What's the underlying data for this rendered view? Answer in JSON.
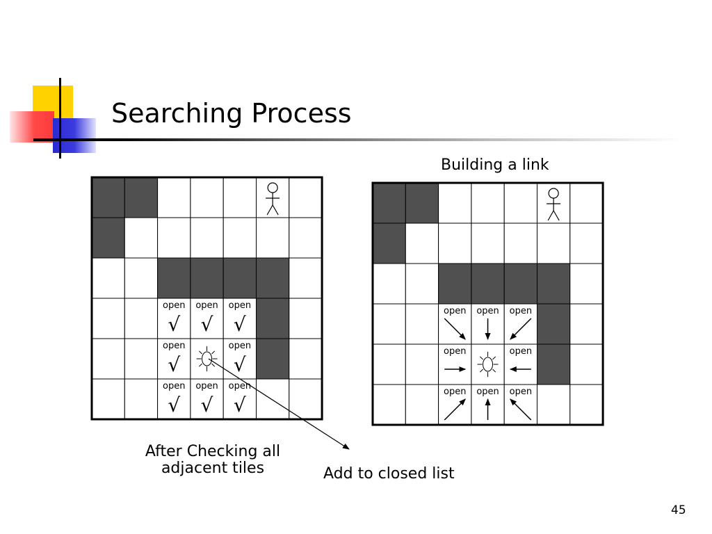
{
  "slide": {
    "title": "Searching Process",
    "page_number": "45"
  },
  "captions": {
    "building_link": "Building a link",
    "after_checking": "After Checking all adjacent tiles",
    "add_closed": "Add to closed list"
  },
  "colors": {
    "wall": "#505050",
    "grid_line": "#000000",
    "logo_yellow": "#ffd200",
    "logo_red": "#ff4848",
    "logo_blue": "#3b3be0"
  },
  "grids": [
    {
      "name": "left-grid",
      "rows": 6,
      "cols": 7,
      "walls": [
        [
          0,
          0
        ],
        [
          0,
          1
        ],
        [
          1,
          0
        ],
        [
          2,
          2
        ],
        [
          2,
          3
        ],
        [
          2,
          4
        ],
        [
          2,
          5
        ],
        [
          3,
          5
        ],
        [
          4,
          5
        ]
      ],
      "person": [
        0,
        5
      ],
      "current": [
        4,
        3
      ],
      "cells": [
        {
          "row": 3,
          "col": 2,
          "label": "open",
          "mark": "√"
        },
        {
          "row": 3,
          "col": 3,
          "label": "open",
          "mark": "√"
        },
        {
          "row": 3,
          "col": 4,
          "label": "open",
          "mark": "√"
        },
        {
          "row": 4,
          "col": 2,
          "label": "open",
          "mark": "√"
        },
        {
          "row": 4,
          "col": 4,
          "label": "open",
          "mark": "√"
        },
        {
          "row": 5,
          "col": 2,
          "label": "open",
          "mark": "√"
        },
        {
          "row": 5,
          "col": 3,
          "label": "open",
          "mark": "√"
        },
        {
          "row": 5,
          "col": 4,
          "label": "open",
          "mark": "√"
        }
      ]
    },
    {
      "name": "right-grid",
      "rows": 6,
      "cols": 7,
      "walls": [
        [
          0,
          0
        ],
        [
          0,
          1
        ],
        [
          1,
          0
        ],
        [
          2,
          2
        ],
        [
          2,
          3
        ],
        [
          2,
          4
        ],
        [
          2,
          5
        ],
        [
          3,
          5
        ],
        [
          4,
          5
        ]
      ],
      "person": [
        0,
        5
      ],
      "current": [
        4,
        3
      ],
      "cells": [
        {
          "row": 3,
          "col": 2,
          "label": "open",
          "arrow": "se"
        },
        {
          "row": 3,
          "col": 3,
          "label": "open",
          "arrow": "s"
        },
        {
          "row": 3,
          "col": 4,
          "label": "open",
          "arrow": "sw"
        },
        {
          "row": 4,
          "col": 2,
          "label": "open",
          "arrow": "e"
        },
        {
          "row": 4,
          "col": 4,
          "label": "open",
          "arrow": "w"
        },
        {
          "row": 5,
          "col": 2,
          "label": "open",
          "arrow": "ne"
        },
        {
          "row": 5,
          "col": 3,
          "label": "open",
          "arrow": "n"
        },
        {
          "row": 5,
          "col": 4,
          "label": "open",
          "arrow": "nw"
        }
      ]
    }
  ]
}
